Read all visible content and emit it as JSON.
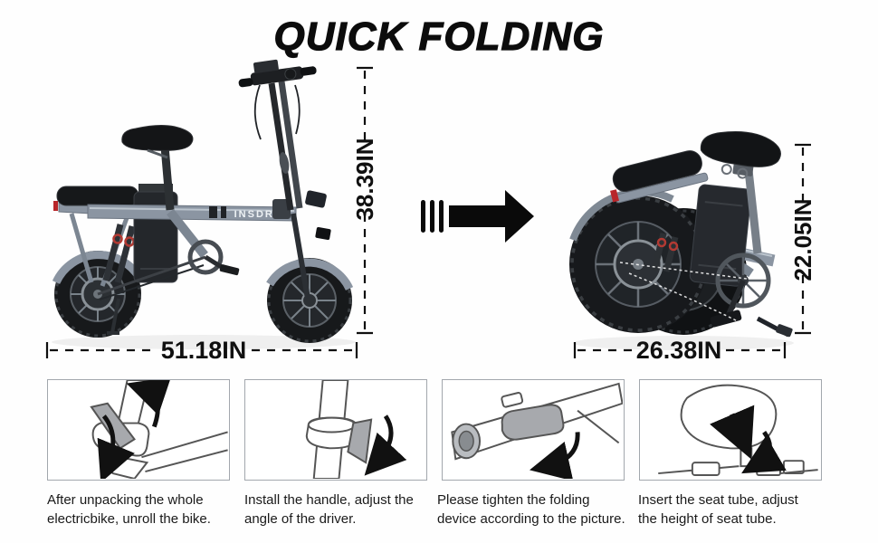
{
  "title": "QUICK FOLDING",
  "bikes": {
    "brand": "INSDRGN",
    "unfolded": {
      "height": "38.39IN",
      "width": "51.18IN"
    },
    "folded": {
      "height": "22.05IN",
      "width": "26.38IN"
    }
  },
  "steps": [
    {
      "lines": [
        "After unpacking the whole",
        "electricbike, unroll the bike."
      ]
    },
    {
      "lines": [
        "Install the handle, adjust the",
        "angle of the driver."
      ]
    },
    {
      "lines": [
        "Please tighten the folding",
        "device according to the picture."
      ]
    },
    {
      "lines": [
        "Insert the seat tube, adjust",
        "the height of seat tube."
      ]
    }
  ],
  "colors": {
    "frame_gray": "#8b95a2",
    "ink": "#111111",
    "panel_border": "#a2a7ad",
    "lever_gray": "#a7a9ad",
    "accent_red": "#c0392b"
  }
}
